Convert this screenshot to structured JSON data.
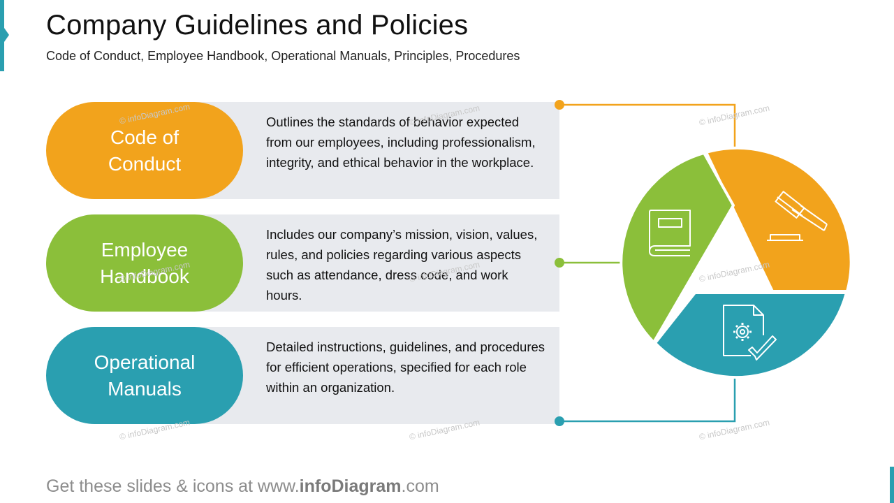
{
  "header": {
    "title": "Company Guidelines and Policies",
    "subtitle": "Code of Conduct, Employee Handbook, Operational Manuals, Principles, Procedures"
  },
  "items": [
    {
      "label": "Code of\nConduct",
      "description": "Outlines the standards of behavior expected from our  employees, including professionalism, integrity, and ethical behavior in the workplace.",
      "color": "#f2a31c",
      "icon": "gavel-icon"
    },
    {
      "label": "Employee\nHandbook",
      "description": "Includes our company’s mission, vision, values, rules, and policies regarding various aspects such as attendance, dress code, and work hours.",
      "color": "#8bbf3a",
      "icon": "book-icon"
    },
    {
      "label": "Operational\nManuals",
      "description": "Detailed instructions, guidelines, and procedures for efficient operations, specified for each role within an organization.",
      "color": "#2a9fb0",
      "icon": "document-gear-check-icon"
    }
  ],
  "watermark": "© infoDiagram.com",
  "footer": {
    "prefix": "Get these slides & icons at www.",
    "brand": "infoDiagram",
    "suffix": ".com"
  }
}
